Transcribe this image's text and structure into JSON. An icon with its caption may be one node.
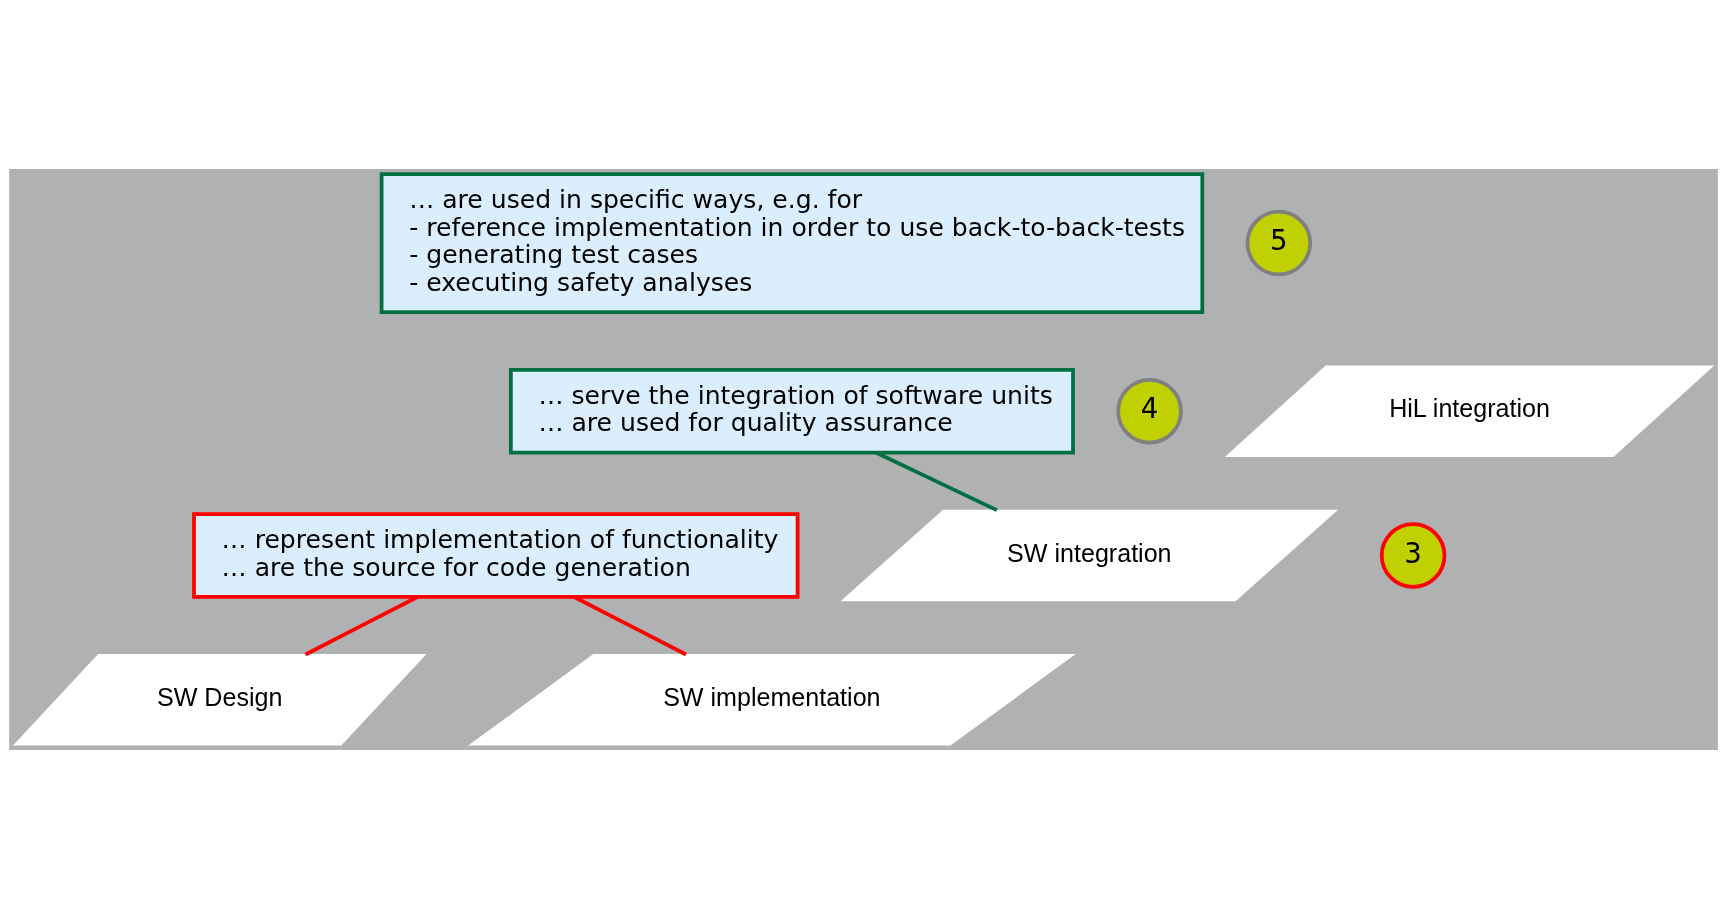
{
  "diagram": {
    "nodes": [
      {
        "text": [
          "… are used in specific ways, e.g. for",
          "- reference implementation in order to use back-to-back-tests",
          "- generating test cases",
          "- executing safety analyses"
        ]
      },
      {
        "text": [
          "5"
        ]
      },
      {
        "text": [
          "… serve the integration of software units",
          "… are used for quality assurance"
        ]
      },
      {
        "text": [
          "4"
        ]
      },
      {
        "text": [
          "HiL integration"
        ]
      },
      {
        "text": [
          "… represent implementation of functionality",
          "… are the source for code generation"
        ]
      },
      {
        "text": [
          "3"
        ]
      },
      {
        "text": [
          "SW Design"
        ]
      },
      {
        "text": [
          "SW integration"
        ]
      },
      {
        "text": [
          "SW implementation"
        ]
      }
    ],
    "edges": [
      {
        "from": 5,
        "to": 7,
        "arrow": "none",
        "color": "#ff0000"
      },
      {
        "from": 5,
        "to": 9,
        "arrow": "none",
        "color": "#ff0000"
      },
      {
        "from": 2,
        "to": 8,
        "arrow": "none",
        "color": "#007040"
      }
    ]
  }
}
